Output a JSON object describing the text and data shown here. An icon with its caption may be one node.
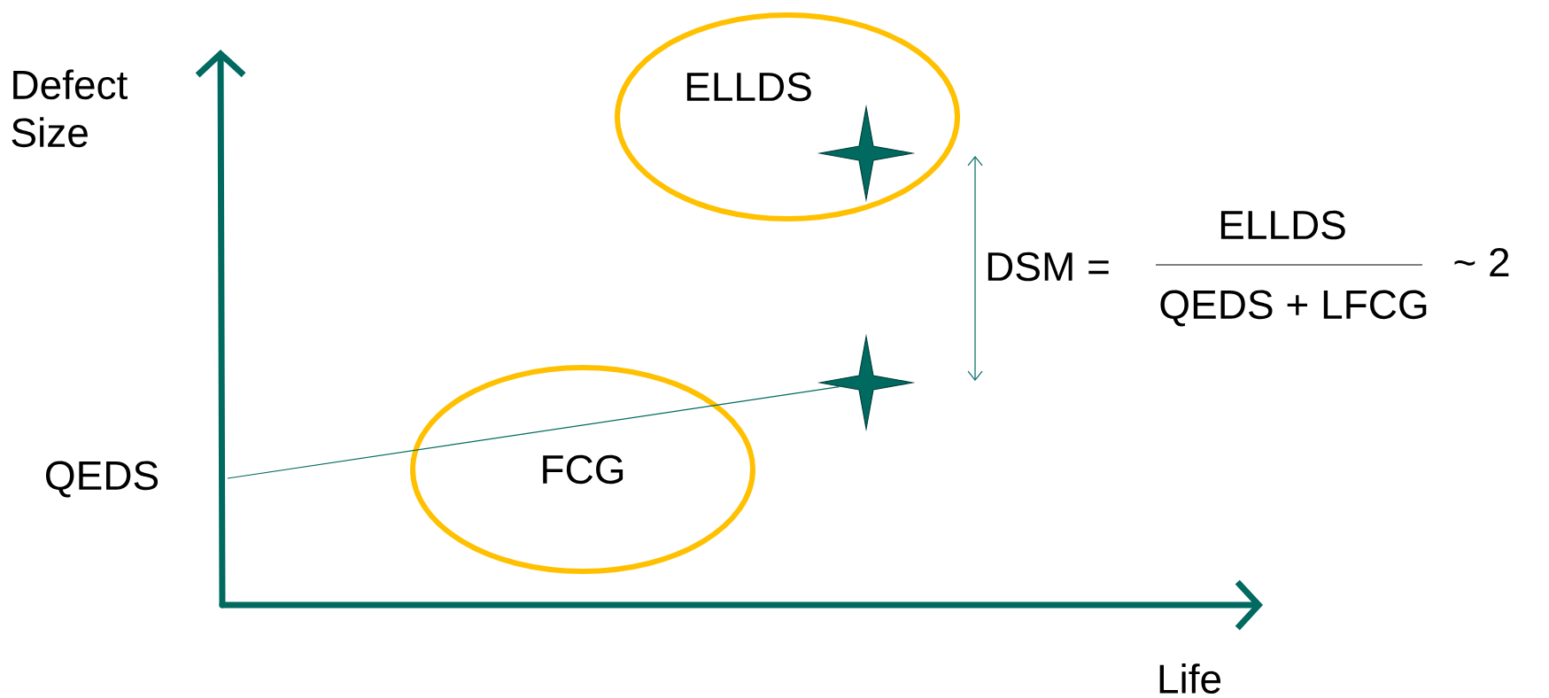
{
  "diagram": {
    "nodes": [
      {
        "text": [
          "ELLDS"
        ]
      },
      {
        "text": [],
        "shape": "star",
        "in": 0
      },
      {
        "text": [],
        "shape": "star"
      },
      {
        "text": [
          "FCG"
        ]
      }
    ],
    "edges": [
      {
        "from": null,
        "to": 2,
        "arrow": "none"
      }
    ],
    "labels": [
      "Defect Size",
      "QEDS",
      "Life",
      "DSM =",
      "ELLDS",
      "QEDS + LFCG",
      "~ 2"
    ]
  }
}
